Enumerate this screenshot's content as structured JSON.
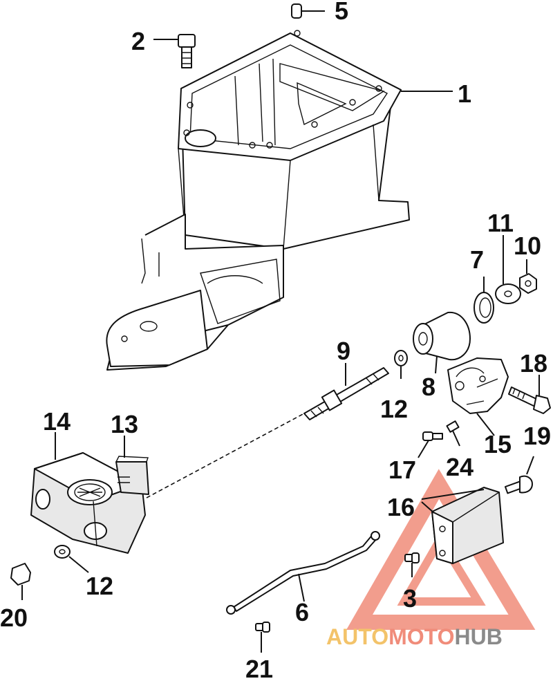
{
  "diagram": {
    "labels": {
      "n1": "1",
      "n2": "2",
      "n3": "3",
      "n5": "5",
      "n6": "6",
      "n7": "7",
      "n8": "8",
      "n9": "9",
      "n10": "10",
      "n11": "11",
      "n12a": "12",
      "n12b": "12",
      "n13": "13",
      "n14": "14",
      "n15": "15",
      "n16": "16",
      "n17": "17",
      "n18": "18",
      "n19": "19",
      "n20": "20",
      "n21": "21",
      "n24": "24"
    }
  },
  "watermark": {
    "part1": "AUTO",
    "part2": "MOTO",
    "part3": "HUB",
    "colors": {
      "auto": "#f3c36a",
      "moto": "#f08c7a",
      "hub": "#8a8a8a",
      "triangle": "#f08c7a"
    }
  }
}
